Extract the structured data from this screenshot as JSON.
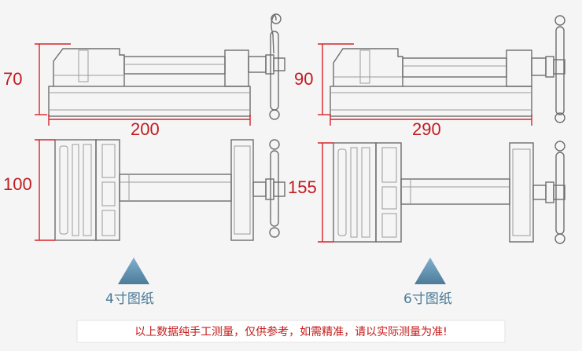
{
  "vise_4in": {
    "dim_height": "70",
    "dim_length": "200",
    "dim_width": "100",
    "caption": "4寸图纸"
  },
  "vise_6in": {
    "dim_height": "90",
    "dim_length": "290",
    "dim_width": "155",
    "caption": "6寸图纸"
  },
  "notice": "以上数据纯手工测量，仅供参考，如需精准，请以实际测量为准!",
  "colors": {
    "dimension": "#c21b1f",
    "caption": "#4a7a95",
    "arrow": "#5c8fae",
    "drawing": "#6e6e6e"
  },
  "icons": [
    "up-arrow-icon"
  ]
}
